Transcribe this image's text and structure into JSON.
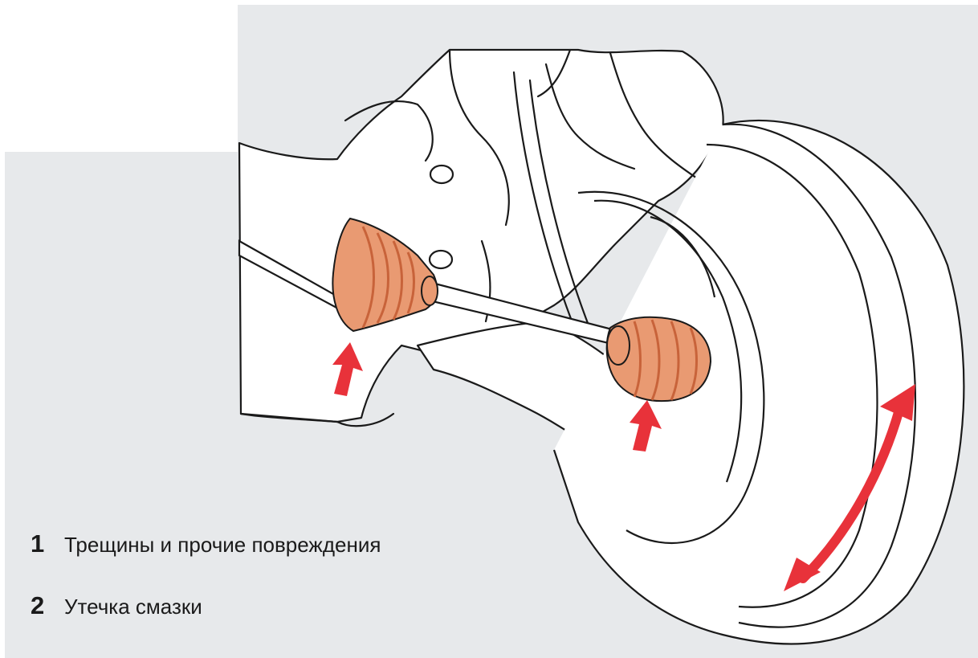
{
  "legend": {
    "items": [
      {
        "number": "1",
        "text": "Трещины и прочие повреждения"
      },
      {
        "number": "2",
        "text": "Утечка смазки"
      }
    ]
  },
  "colors": {
    "background": "#e7e9eb",
    "boot": "#e99a72",
    "boot_shade": "#c8633a",
    "arrow": "#e8323a",
    "line": "#1a1a1a"
  },
  "icons": {
    "inner_arrow": "up-arrow-icon",
    "outer_arrow": "up-arrow-icon",
    "wheel_rotation": "double-arrow-icon"
  }
}
